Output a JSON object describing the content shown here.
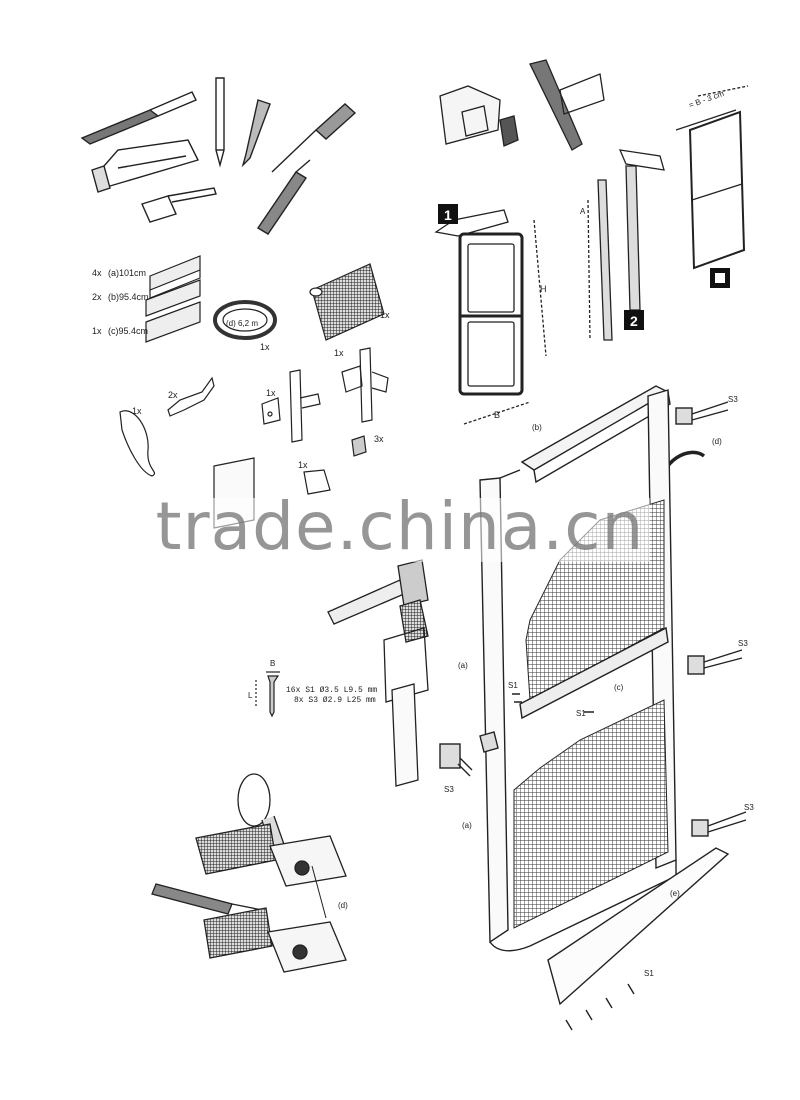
{
  "parts": {
    "a_prefix": "4x",
    "a_text": "(a)101cm",
    "b_prefix": "2x",
    "b_text": "(b)95.4cm",
    "c_prefix": "1x",
    "c_text": "(c)95.4cm",
    "d_cord": "(d) 6,2 m",
    "d_qty": "1x",
    "mesh_qty": "1x",
    "handle_qty": "1x",
    "bracket_qty": "2x",
    "hinge_qty": "1x",
    "connector_qty": "1x",
    "clip_qty": "3x",
    "latch_qty": "1x"
  },
  "screws": {
    "dim_b": "B",
    "dim_l": "L",
    "line1": "16x  S1  Ø3.5 L9.5 mm",
    "line2": "8x  S3  Ø2.9 L25 mm"
  },
  "steps": {
    "s1": "1",
    "s2": "2",
    "s3_box": "",
    "dim_h": "H",
    "dim_b": "B",
    "dim_a": "A",
    "dim_b3": "= B - 3 cm"
  },
  "door": {
    "lbl_b": "(b)",
    "lbl_d": "(d)",
    "lbl_a1": "(a)",
    "lbl_a2": "(a)",
    "lbl_c": "(c)",
    "lbl_e": "(e)",
    "s3_1": "S3",
    "s3_2": "S3",
    "s3_3": "S3",
    "s3_4": "S3",
    "s1_1": "S1",
    "s1_2": "S1",
    "s1_3": "S1"
  },
  "detail": {
    "lbl_d": "(d)"
  },
  "watermark": "trade.china.cn"
}
